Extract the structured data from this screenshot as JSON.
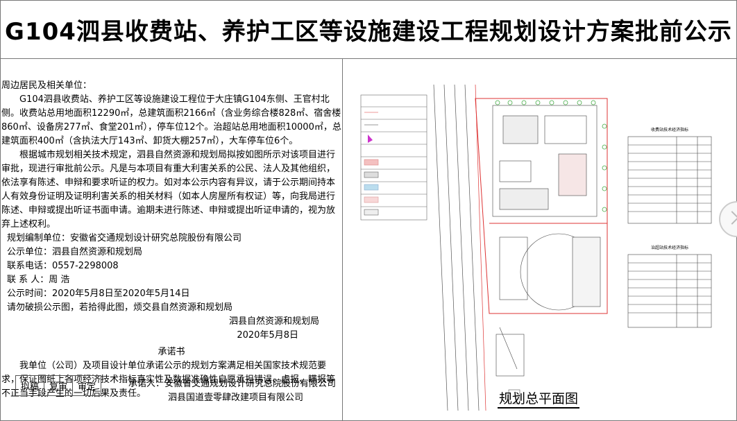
{
  "title": "G104泗县收费站、养护工区等设施建设工程规划设计方案批前公示",
  "notice": {
    "greeting": "周边居民及相关单位：",
    "para1": "G104泗县收费站、养护工区等设施建设工程位于大庄镇G104东侧、王官村北侧。收费站总用地面积12290㎡，总建筑面积2166㎡（含业务综合楼828㎡、宿舍楼860㎡、设备房277㎡、食堂201㎡），停车位12个。治超站总用地面积10000㎡，总建筑面积400㎡（含执法大厅143㎡、卸货大棚257㎡），大车停车位6个。",
    "para2": "根据城市规划相关技术规定，泗县自然资源和规划局拟按如图所示对该项目进行审批，现进行审批前公示。凡是与本项目有重大利害关系的公民、法人及其他组织，依法享有陈述、申辩和要求听证的权力。如对本公示内容有异议，请于公示期间持本人有效身份证明及证明利害关系的相关材料（如本人房屋所有权证）等，向我局进行陈述、申辩或提出听证书面申请。逾期未进行陈述、申辩或提出听证申请的，视为放弃上述权利。",
    "designer": "规划编制单位：安徽省交通规划设计研究总院股份有限公司",
    "publisher": "公示单位：泗县自然资源和规划局",
    "phone": "联系电话：0557-2298008",
    "contact": "联 系 人：周 浩",
    "period": "公示时间：2020年5月8日至2020年5月14日",
    "warning": "请勿破损公示图，若拾得此图，烦交县自然资源和规划局",
    "sign_org": "泗县自然资源和规划局",
    "sign_date": "2020年5月8日"
  },
  "promise": {
    "heading": "承诺书",
    "body": "我单位（公司）及项目设计单位承诺公示的规划方案满足相关国家技术规范要求，保证图纸上各项经济技术指标真实性及数据准确性自愿承担错误、虚报、瞒报等不正当手段产生的一切后果及责任。",
    "promiser_line1": "承诺人：安徽省交通规划设计研究总院股份有限公司",
    "promiser_line2": "泗县国道壹零肆改建项目有限公司"
  },
  "sign_table": [
    "拟稿",
    "复审",
    "审定"
  ],
  "plan": {
    "caption": "规划总平面图",
    "table1_title": "收费站技术经济指标",
    "table2_title": "治超站技术经济指标"
  }
}
